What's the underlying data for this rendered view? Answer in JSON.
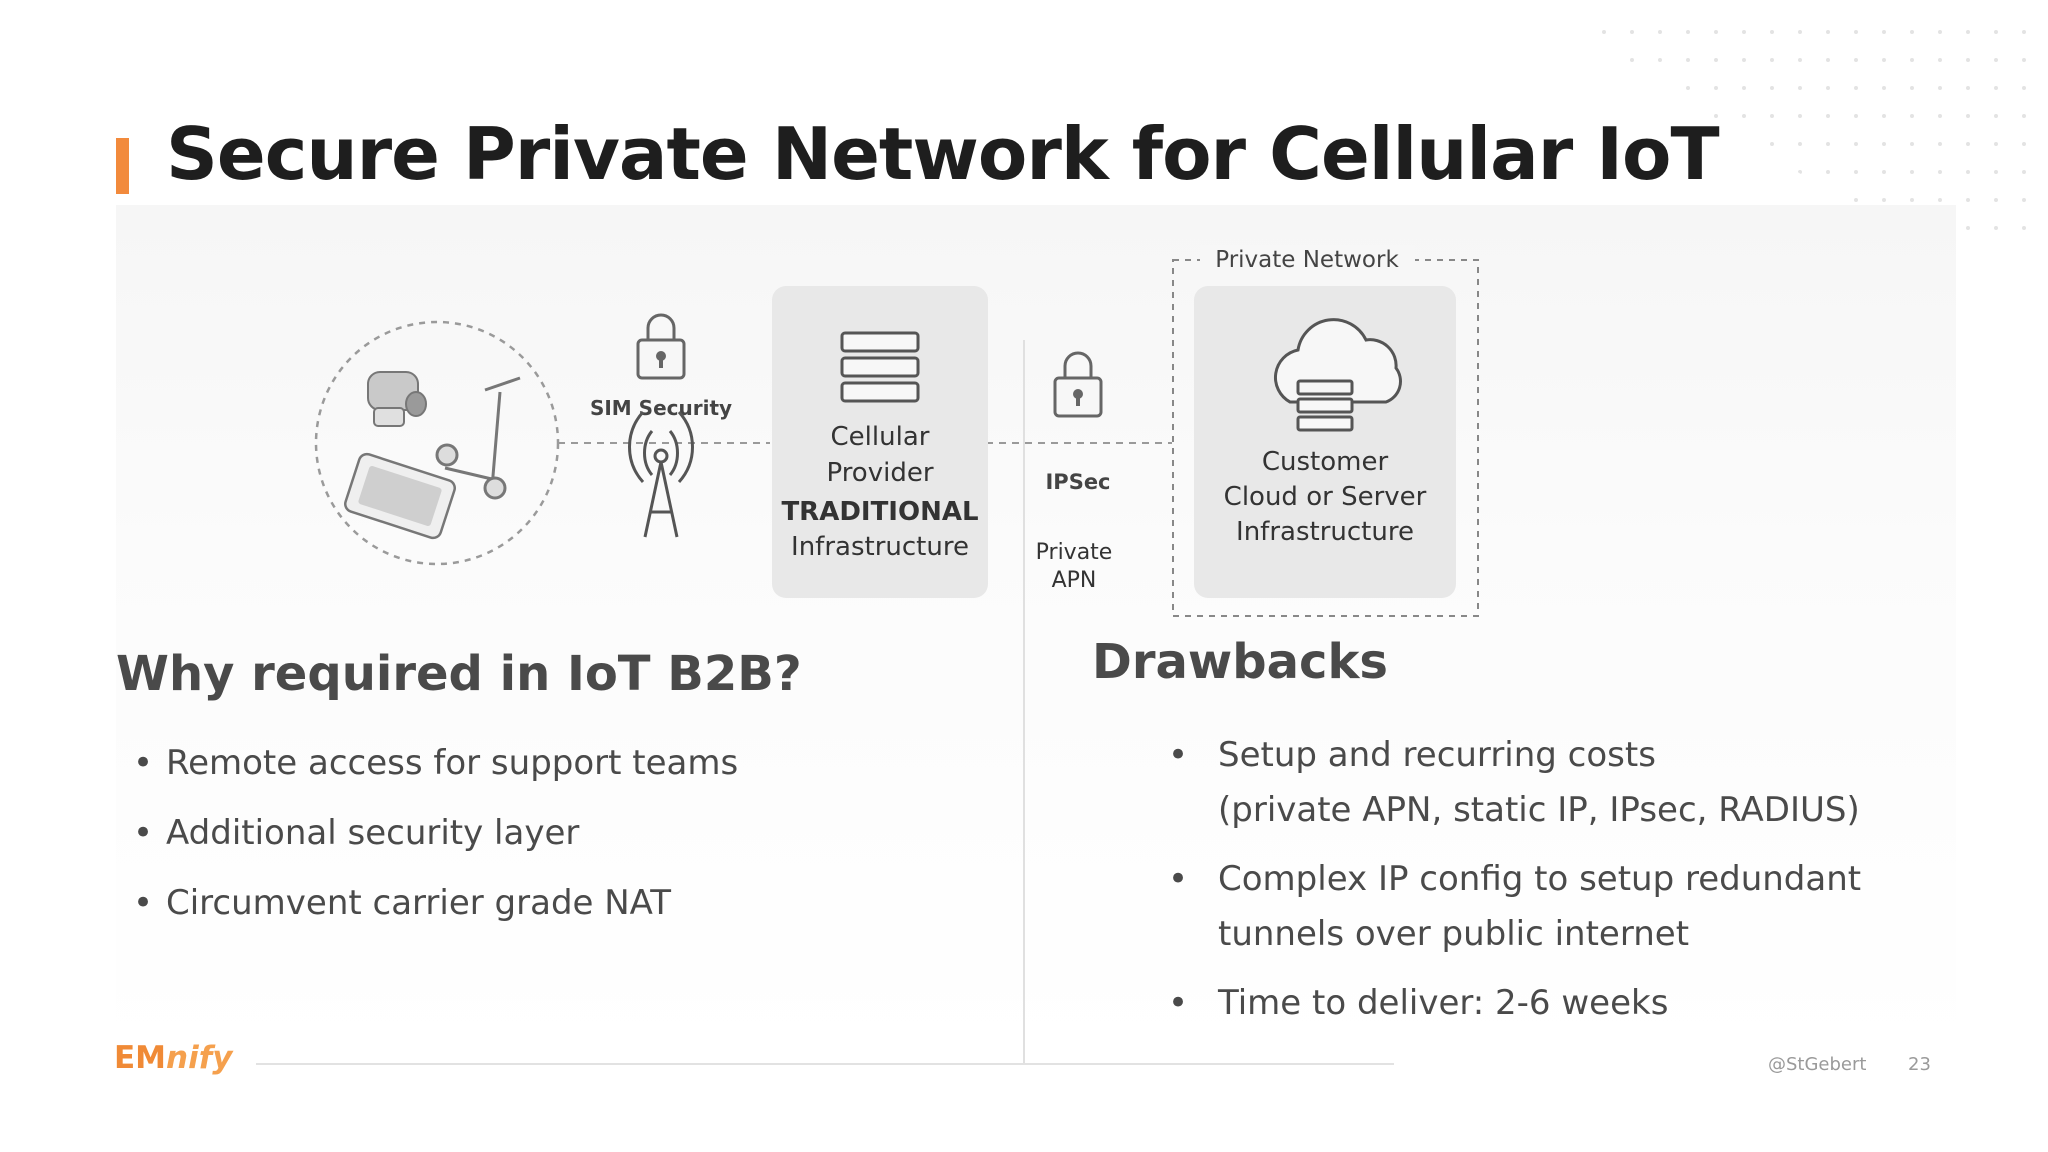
{
  "slide": {
    "title": "Secure Private Network for Cellular IoT",
    "accent_color": "#f28a3c"
  },
  "diagram": {
    "sim_security_label": "SIM Security",
    "provider_box": {
      "line1": "Cellular",
      "line2": "Provider",
      "line3": "TRADITIONAL",
      "line4": "Infrastructure"
    },
    "ipsec_label": "IPSec",
    "private_apn_line1": "Private",
    "private_apn_line2": "APN",
    "private_network_label": "Private Network",
    "customer_box": {
      "line1": "Customer",
      "line2": "Cloud or Server",
      "line3": "Infrastructure"
    },
    "icons": [
      "camera-sensor-icon",
      "scooter-icon",
      "tablet-icon",
      "padlock-icon",
      "cell-tower-icon",
      "server-stack-icon",
      "cloud-server-icon"
    ]
  },
  "why": {
    "heading": "Why required in IoT B2B?",
    "items": [
      "Remote access for support teams",
      "Additional security layer",
      "Circumvent carrier grade NAT"
    ]
  },
  "drawbacks": {
    "heading": "Drawbacks",
    "items": [
      {
        "line1": "Setup and recurring costs",
        "line2": "(private APN, static IP, IPsec, RADIUS)"
      },
      {
        "line1": "Complex IP config to setup redundant",
        "line2": "tunnels over public internet"
      },
      {
        "line1": "Time to deliver:  2-6 weeks",
        "line2": ""
      }
    ]
  },
  "footer": {
    "logo_em": "EM",
    "logo_nify": "nify",
    "handle": "@StGebert",
    "page_number": "23"
  }
}
